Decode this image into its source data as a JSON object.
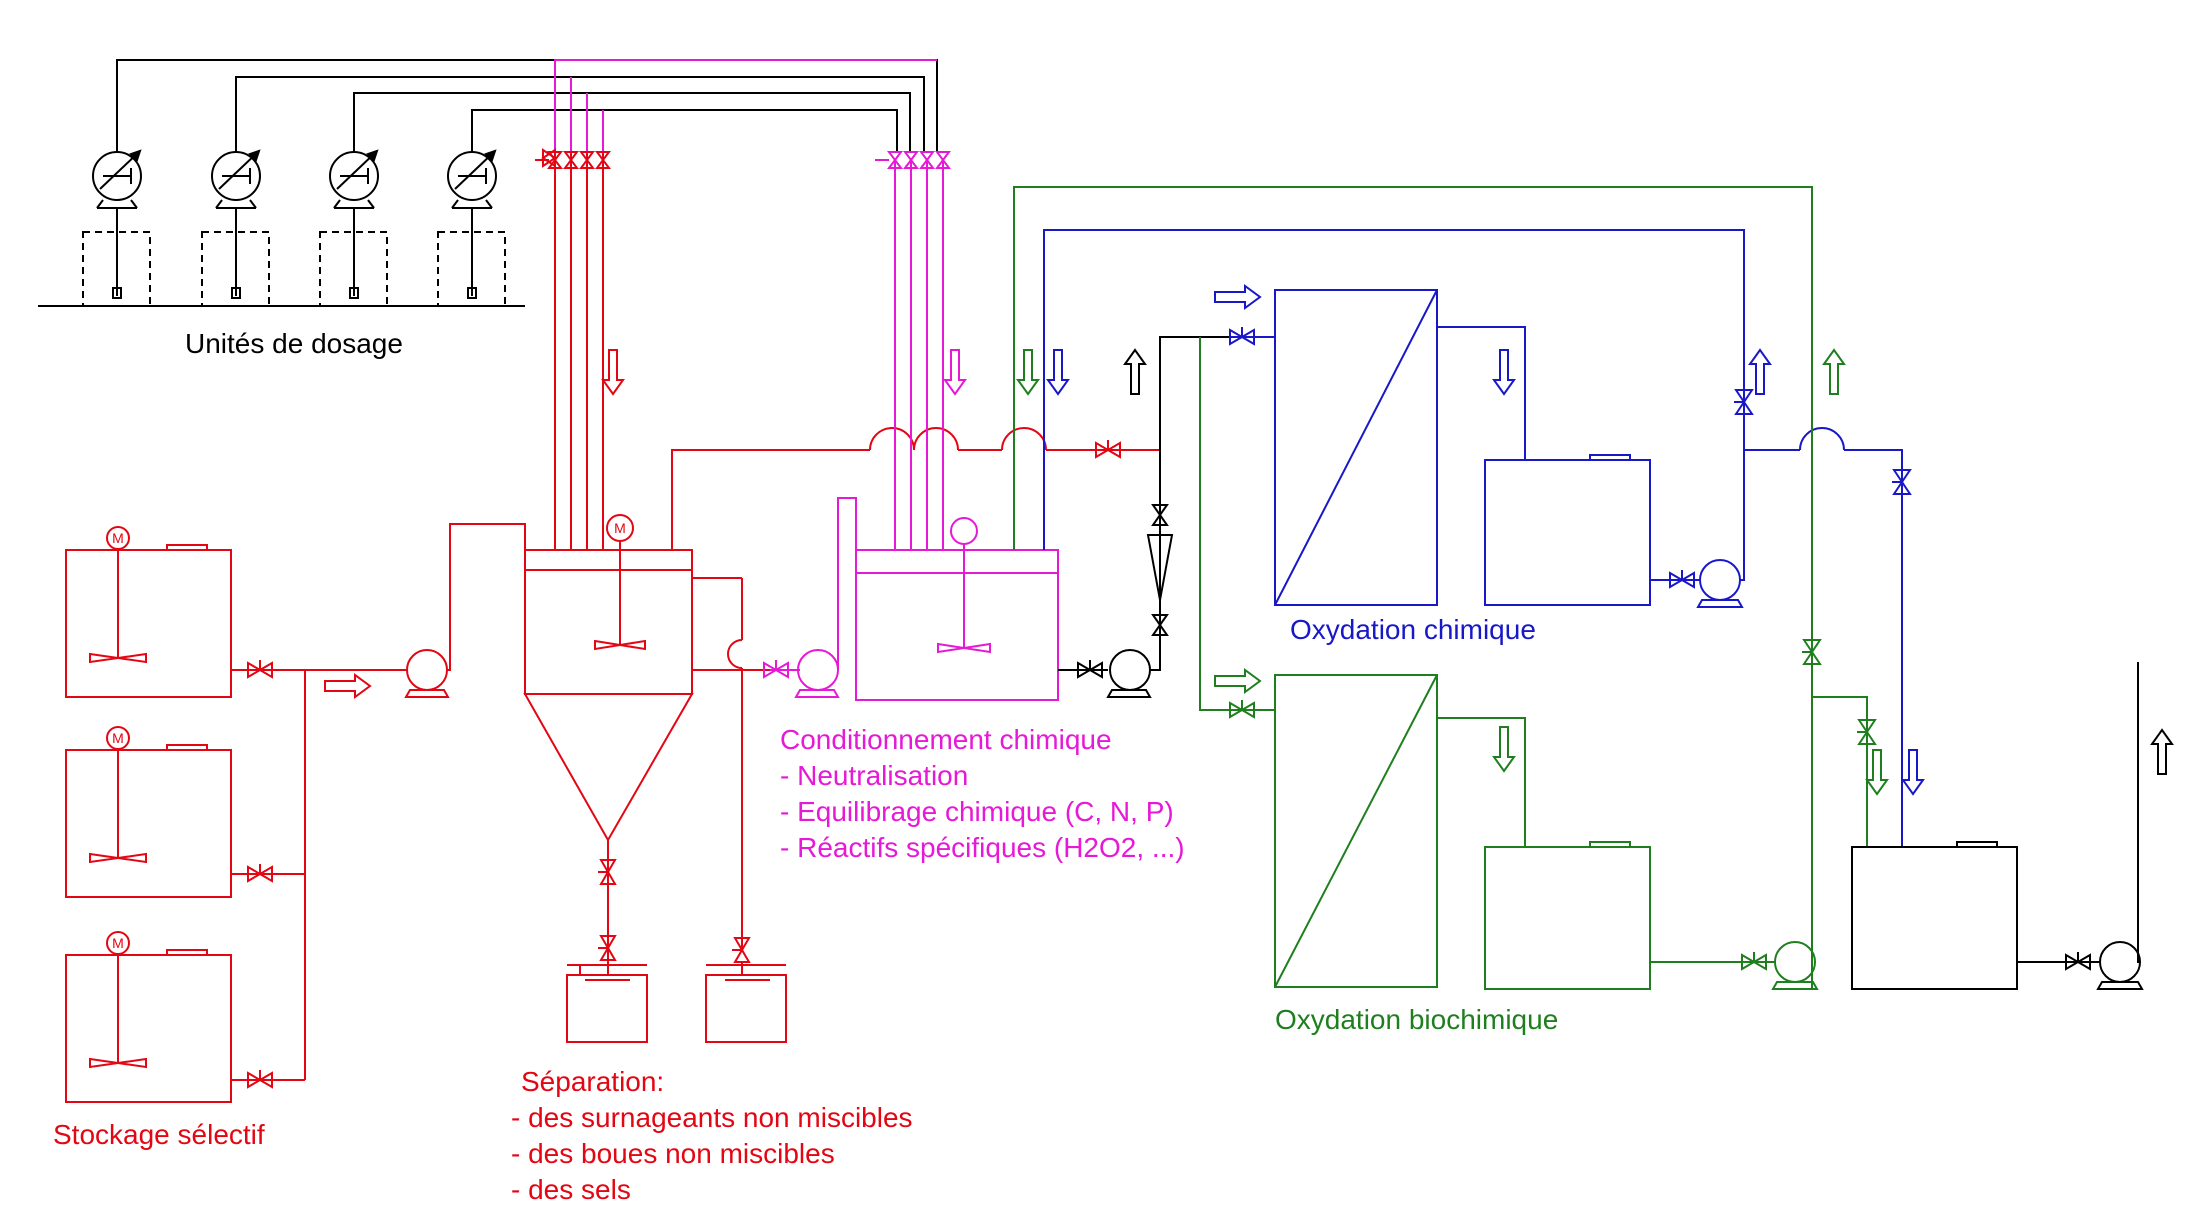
{
  "labels": {
    "dosing": "Unités de dosage",
    "storage": "Stockage sélectif",
    "separation_title": "Séparation:",
    "separation_items": [
      "- des surnageants non miscibles",
      "- des boues non miscibles",
      "- des sels"
    ],
    "conditioning_title": "Conditionnement chimique",
    "conditioning_items": [
      "- Neutralisation",
      "- Equilibrage chimique (C, N, P)",
      "- Réactifs spécifiques (H2O2, ...)"
    ],
    "chem_oxidation": "Oxydation chimique",
    "bio_oxidation": "Oxydation biochimique",
    "motor_symbol": "M"
  },
  "colors": {
    "dosing": "#000000",
    "storage_separation": "#e30613",
    "conditioning": "#e619d6",
    "chem_oxidation": "#1818c8",
    "bio_oxidation": "#1f7f1f",
    "final": "#000000"
  }
}
